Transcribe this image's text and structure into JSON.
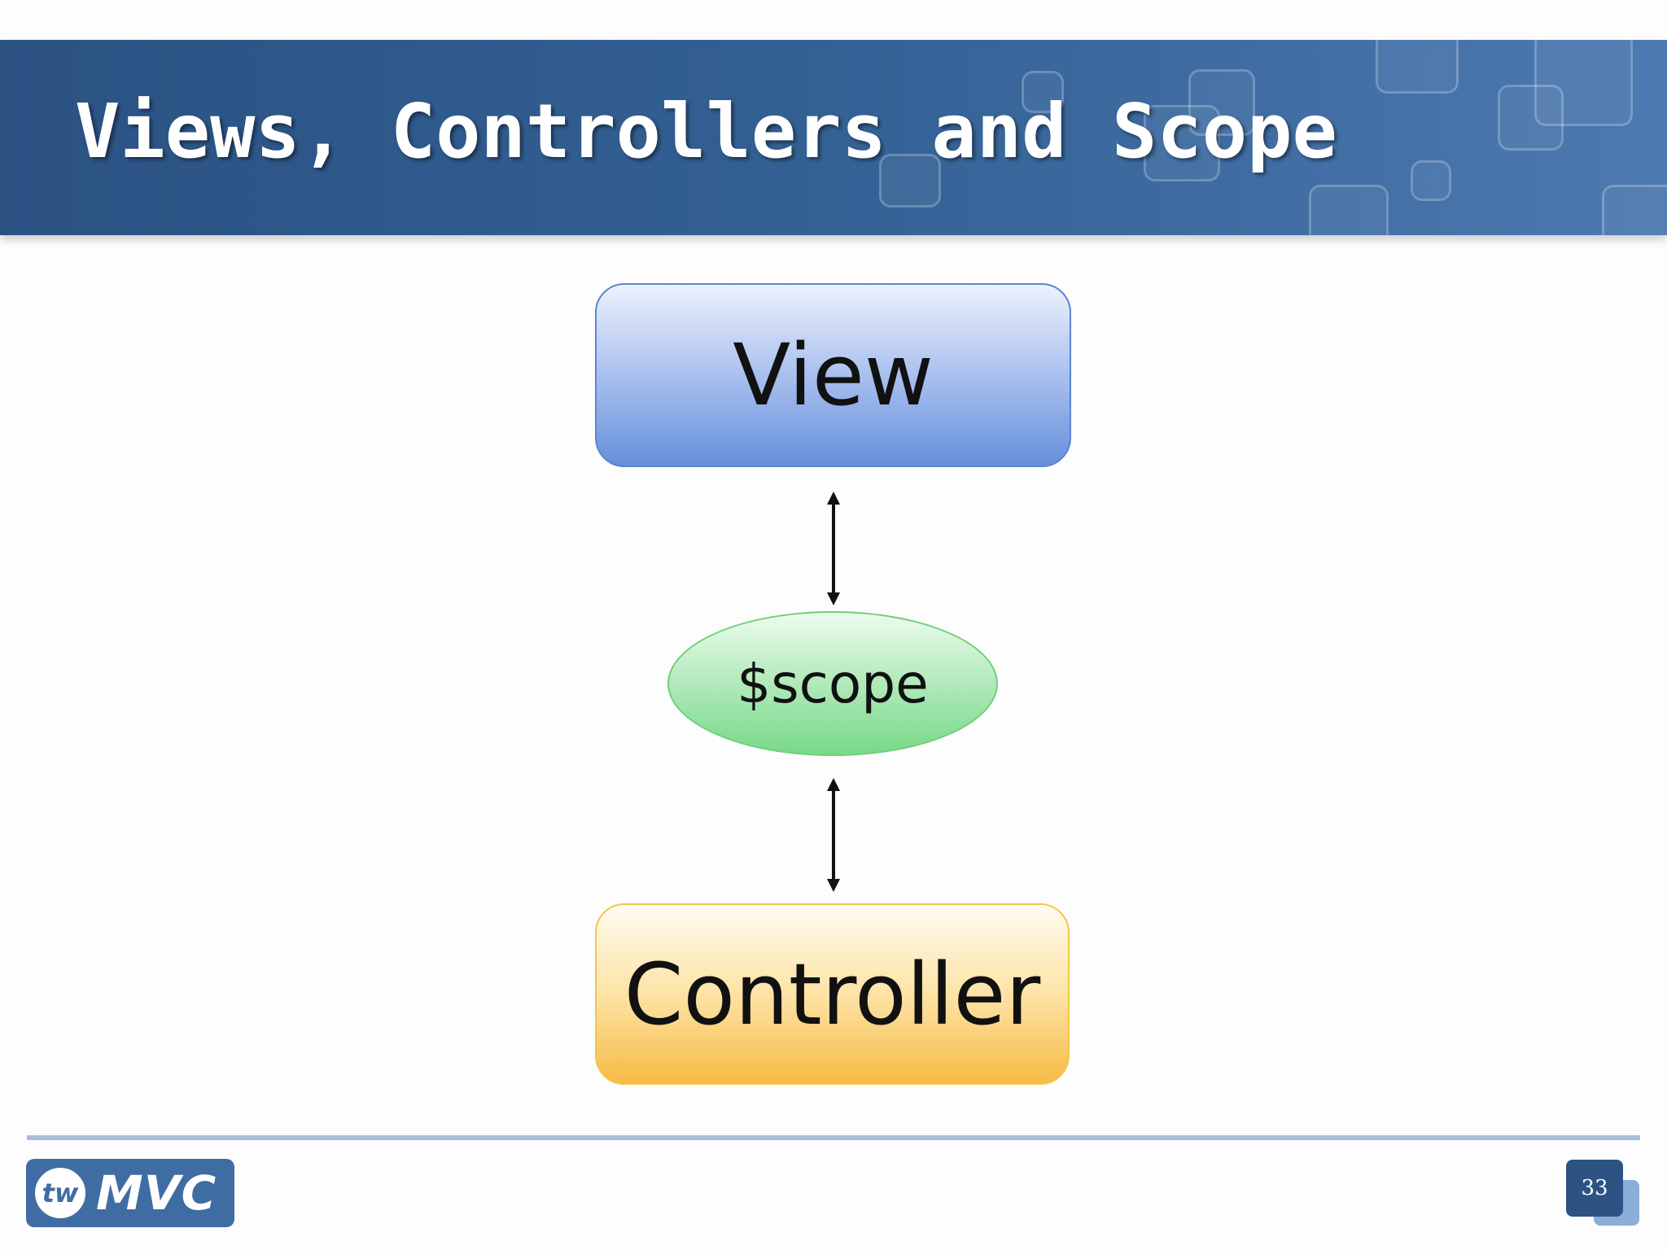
{
  "slide": {
    "title": "Views, Controllers and Scope",
    "page_number": "33"
  },
  "diagram": {
    "view_label": "View",
    "scope_label": "$scope",
    "controller_label": "Controller",
    "colors": {
      "view": "#6690dc",
      "scope": "#78d988",
      "controller": "#f5bb45",
      "banner": "#2b5283"
    }
  },
  "footer": {
    "logo_mark": "tw",
    "logo_text": "MVC"
  }
}
